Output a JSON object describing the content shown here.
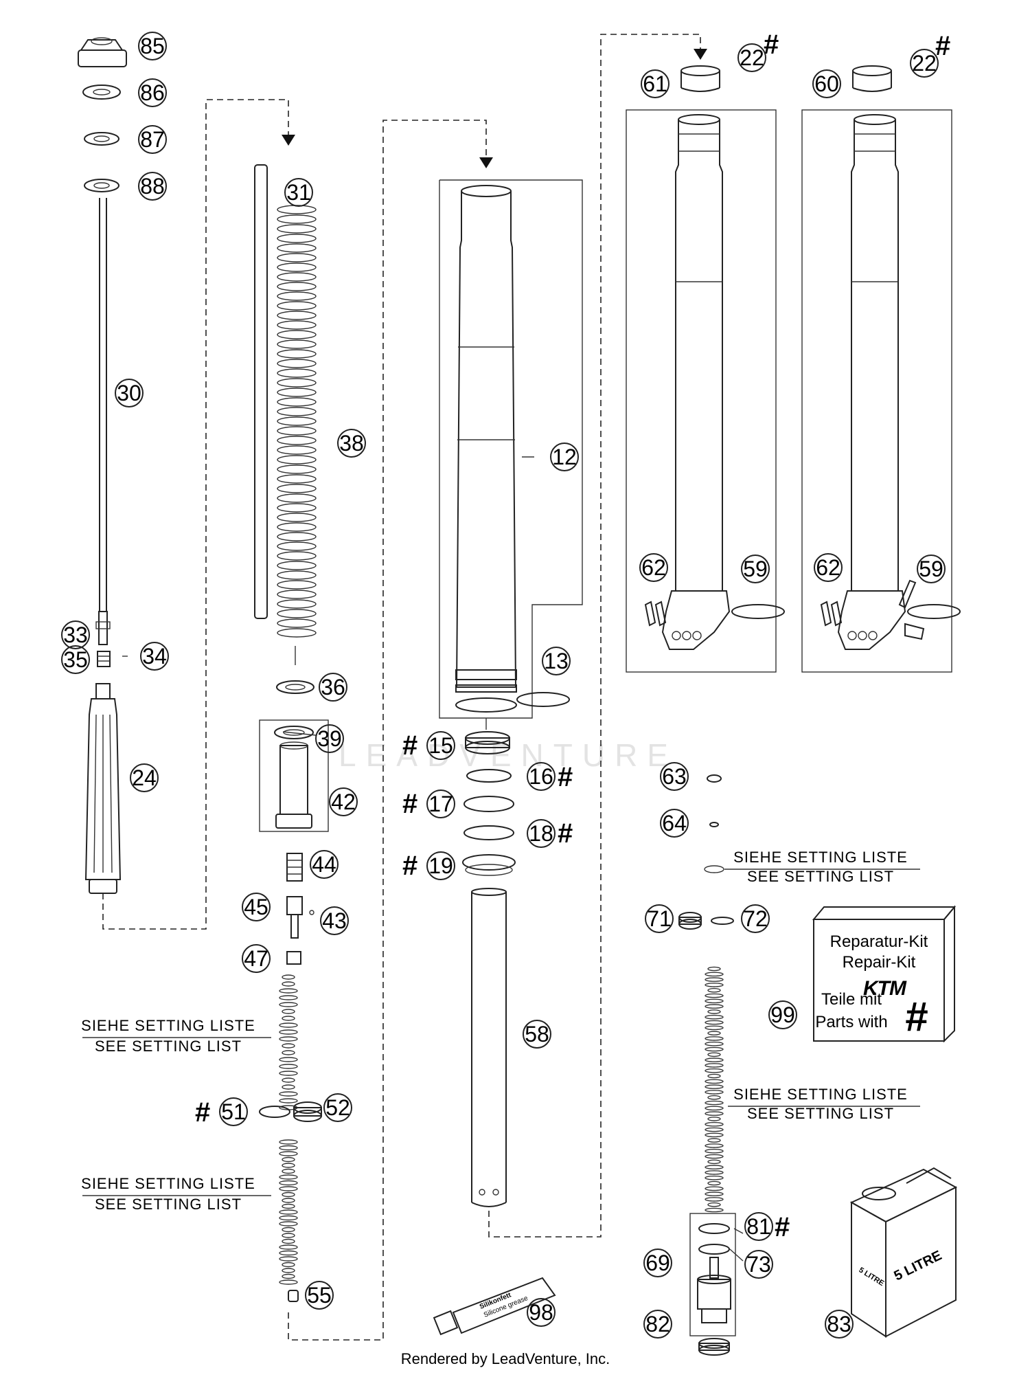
{
  "callouts": [
    {
      "id": "c85",
      "text": "85"
    },
    {
      "id": "c86",
      "text": "86"
    },
    {
      "id": "c87",
      "text": "87"
    },
    {
      "id": "c88",
      "text": "88"
    },
    {
      "id": "c30",
      "text": "30"
    },
    {
      "id": "c33",
      "text": "33"
    },
    {
      "id": "c34",
      "text": "34"
    },
    {
      "id": "c35",
      "text": "35"
    },
    {
      "id": "c24",
      "text": "24"
    },
    {
      "id": "c31",
      "text": "31"
    },
    {
      "id": "c38",
      "text": "38"
    },
    {
      "id": "c36",
      "text": "36"
    },
    {
      "id": "c39",
      "text": "39"
    },
    {
      "id": "c42",
      "text": "42"
    },
    {
      "id": "c44",
      "text": "44"
    },
    {
      "id": "c45",
      "text": "45"
    },
    {
      "id": "c43",
      "text": "43"
    },
    {
      "id": "c47",
      "text": "47"
    },
    {
      "id": "c51",
      "text": "51"
    },
    {
      "id": "c52",
      "text": "52"
    },
    {
      "id": "c55",
      "text": "55"
    },
    {
      "id": "c12",
      "text": "12"
    },
    {
      "id": "c13",
      "text": "13"
    },
    {
      "id": "c15",
      "text": "15"
    },
    {
      "id": "c16",
      "text": "16"
    },
    {
      "id": "c17",
      "text": "17"
    },
    {
      "id": "c18",
      "text": "18"
    },
    {
      "id": "c19",
      "text": "19"
    },
    {
      "id": "c58",
      "text": "58"
    },
    {
      "id": "c98",
      "text": "98"
    },
    {
      "id": "c22a",
      "text": "22"
    },
    {
      "id": "c22b",
      "text": "22"
    },
    {
      "id": "c61",
      "text": "61"
    },
    {
      "id": "c60",
      "text": "60"
    },
    {
      "id": "c62a",
      "text": "62"
    },
    {
      "id": "c62b",
      "text": "62"
    },
    {
      "id": "c59a",
      "text": "59"
    },
    {
      "id": "c59b",
      "text": "59"
    },
    {
      "id": "c63",
      "text": "63"
    },
    {
      "id": "c64",
      "text": "64"
    },
    {
      "id": "c71",
      "text": "71"
    },
    {
      "id": "c72",
      "text": "72"
    },
    {
      "id": "c99",
      "text": "99"
    },
    {
      "id": "c81",
      "text": "81"
    },
    {
      "id": "c73",
      "text": "73"
    },
    {
      "id": "c69",
      "text": "69"
    },
    {
      "id": "c82",
      "text": "82"
    },
    {
      "id": "c83",
      "text": "83"
    }
  ],
  "hash_mark": "#",
  "setting_list": {
    "de": "SIEHE SETTING LISTE",
    "en": "SEE SETTING LIST"
  },
  "repair_kit": {
    "line1": "Reparatur-Kit",
    "line2": "Repair-Kit",
    "brand": "KTM",
    "line3": "Teile mit",
    "line4": "Parts with"
  },
  "oil_can_label": "5 LITRE",
  "grease_tube_label": {
    "line1": "Silikonfett",
    "line2": "Silicone grease"
  },
  "watermark": "LEADVENTURE",
  "footer": "Rendered by LeadVenture, Inc."
}
